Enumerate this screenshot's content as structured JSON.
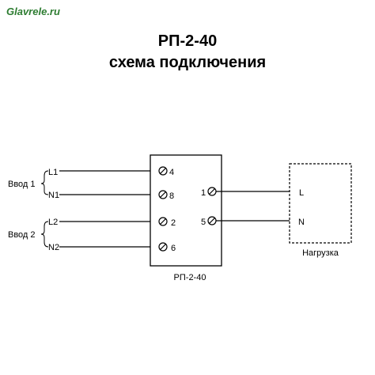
{
  "watermark": "Glavrele.ru",
  "title": {
    "line1": "РП-2-40",
    "line2": "схема подключения"
  },
  "inputs": [
    {
      "label": "Ввод 1",
      "wires": [
        "L1",
        "N1"
      ]
    },
    {
      "label": "Ввод 2",
      "wires": [
        "L2",
        "N2"
      ]
    }
  ],
  "relay": {
    "label": "РП-2-40",
    "left_terminals": [
      "4",
      "8",
      "2",
      "6"
    ],
    "right_terminals": [
      "1",
      "5"
    ]
  },
  "load": {
    "label": "Нагрузка",
    "lines": [
      "L",
      "N"
    ]
  },
  "colors": {
    "watermark": "#2e7d32",
    "ink": "#000000"
  }
}
